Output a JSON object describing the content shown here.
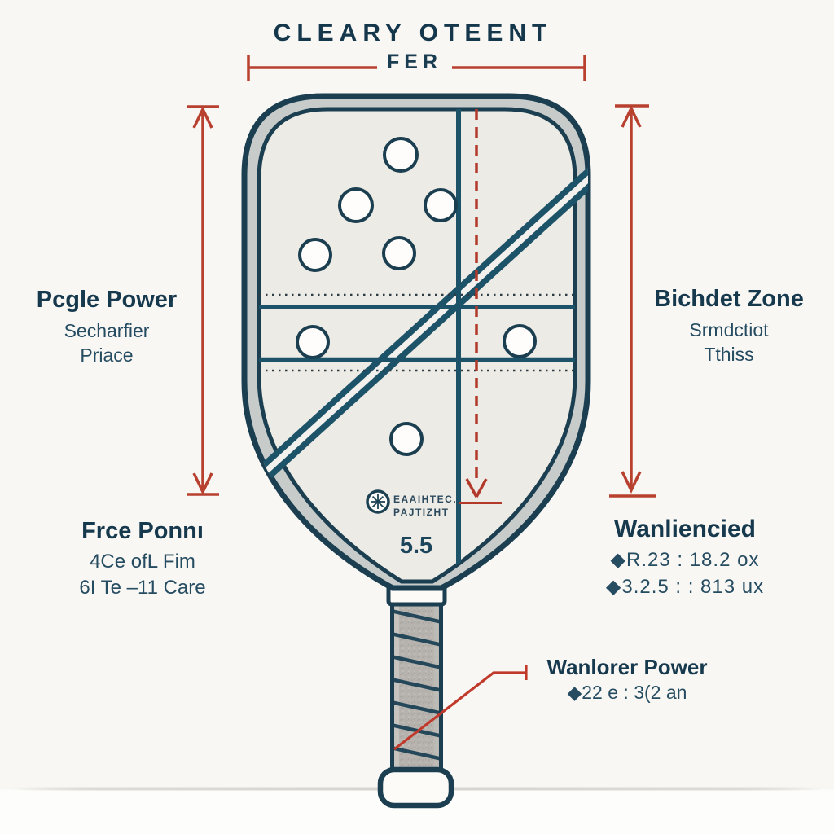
{
  "title": {
    "main": "CLEARY OTEENT",
    "sub": "FER"
  },
  "annotations": {
    "left": {
      "heading": "Pcgle Power",
      "line1": "Secharfier",
      "line2": "Priace"
    },
    "right": {
      "heading": "Bichdet Zone",
      "line1": "Srmdctiot",
      "line2": "Tthiss"
    },
    "bottom_left": {
      "heading": "Frce Ponnı",
      "line1": "4Ce ofL Fim",
      "line2": "6I Te –11 Care"
    },
    "bottom_right": {
      "heading": "Wanliencied",
      "line1": "◆R.23 : 18.2 ox",
      "line2": "◆3.2.5 : : 813 ux"
    },
    "grip": {
      "heading": "Wanlorer Power",
      "line1": "◆22 e : 3(2 an"
    }
  },
  "paddle": {
    "brand_line1": "EAAIHTEC.",
    "brand_line2": "PAJTIZHT",
    "rating": "5.5",
    "holes_count": 8
  },
  "colors": {
    "background": "#f8f7f4",
    "navy_text": "#16394e",
    "paddle_outline": "#1b3f50",
    "face_lines_teal": "#1d5368",
    "edge_guard_silver": "#c7cccb",
    "face_fill": "#edebe5",
    "measure_red": "#b8402f",
    "dashed_red": "#b23a2b",
    "grip_gray": "#b6b3af"
  }
}
